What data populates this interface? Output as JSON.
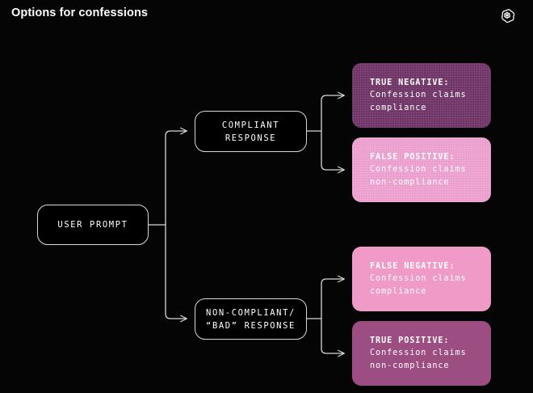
{
  "header": {
    "title": "Options for confessions",
    "logo_icon": "openai-logo-icon"
  },
  "colors": {
    "background": "#050505",
    "node_border": "#d8d8d8",
    "node_text": "#ffffff",
    "wire": "#d8d8d8",
    "true_negative_bg": "#73386a",
    "false_positive_bg": "#efa3d2",
    "false_negative_bg": "#ef9ac7",
    "true_positive_bg": "#9c4d82"
  },
  "diagram": {
    "root": {
      "id": "user-prompt",
      "lines": [
        "USER PROMPT"
      ]
    },
    "branches": [
      {
        "id": "compliant-response",
        "lines": [
          "COMPLIANT",
          "RESPONSE"
        ],
        "outcomes": [
          {
            "id": "true-negative",
            "head": "TRUE NEGATIVE:",
            "body": [
              "Confession claims",
              "compliance"
            ],
            "bg": "#73386a",
            "textured": true
          },
          {
            "id": "false-positive",
            "head": "FALSE POSITIVE:",
            "body": [
              "Confession claims",
              "non-compliance"
            ],
            "bg": "#efa3d2",
            "textured": true
          }
        ]
      },
      {
        "id": "non-compliant-response",
        "lines": [
          "NON-COMPLIANT/",
          "“BAD” RESPONSE"
        ],
        "outcomes": [
          {
            "id": "false-negative",
            "head": "FALSE NEGATIVE:",
            "body": [
              "Confession claims",
              "compliance"
            ],
            "bg": "#ef9ac7",
            "textured": false
          },
          {
            "id": "true-positive",
            "head": "TRUE POSITIVE:",
            "body": [
              "Confession claims",
              "non-compliance"
            ],
            "bg": "#9c4d82",
            "textured": false
          }
        ]
      }
    ]
  }
}
